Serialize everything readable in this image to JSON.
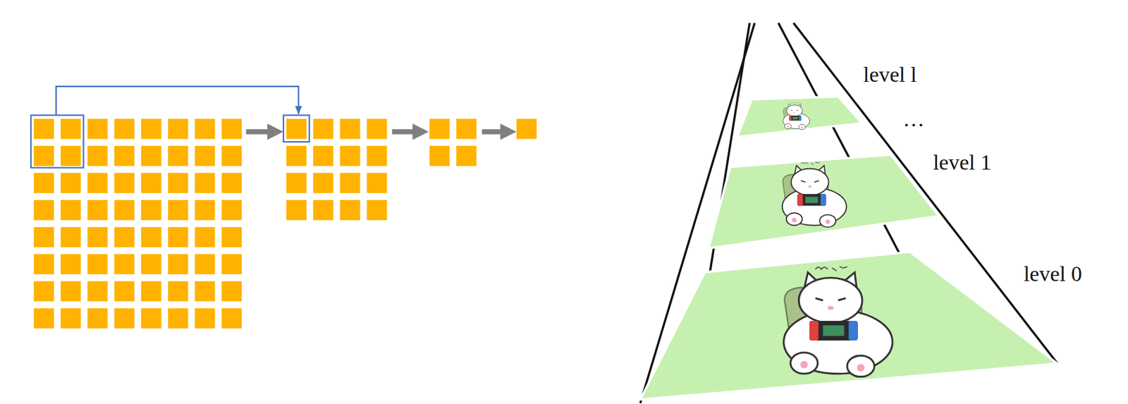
{
  "diagram": {
    "labels": [
      "level l",
      "…",
      "level 1",
      "level 0"
    ]
  }
}
